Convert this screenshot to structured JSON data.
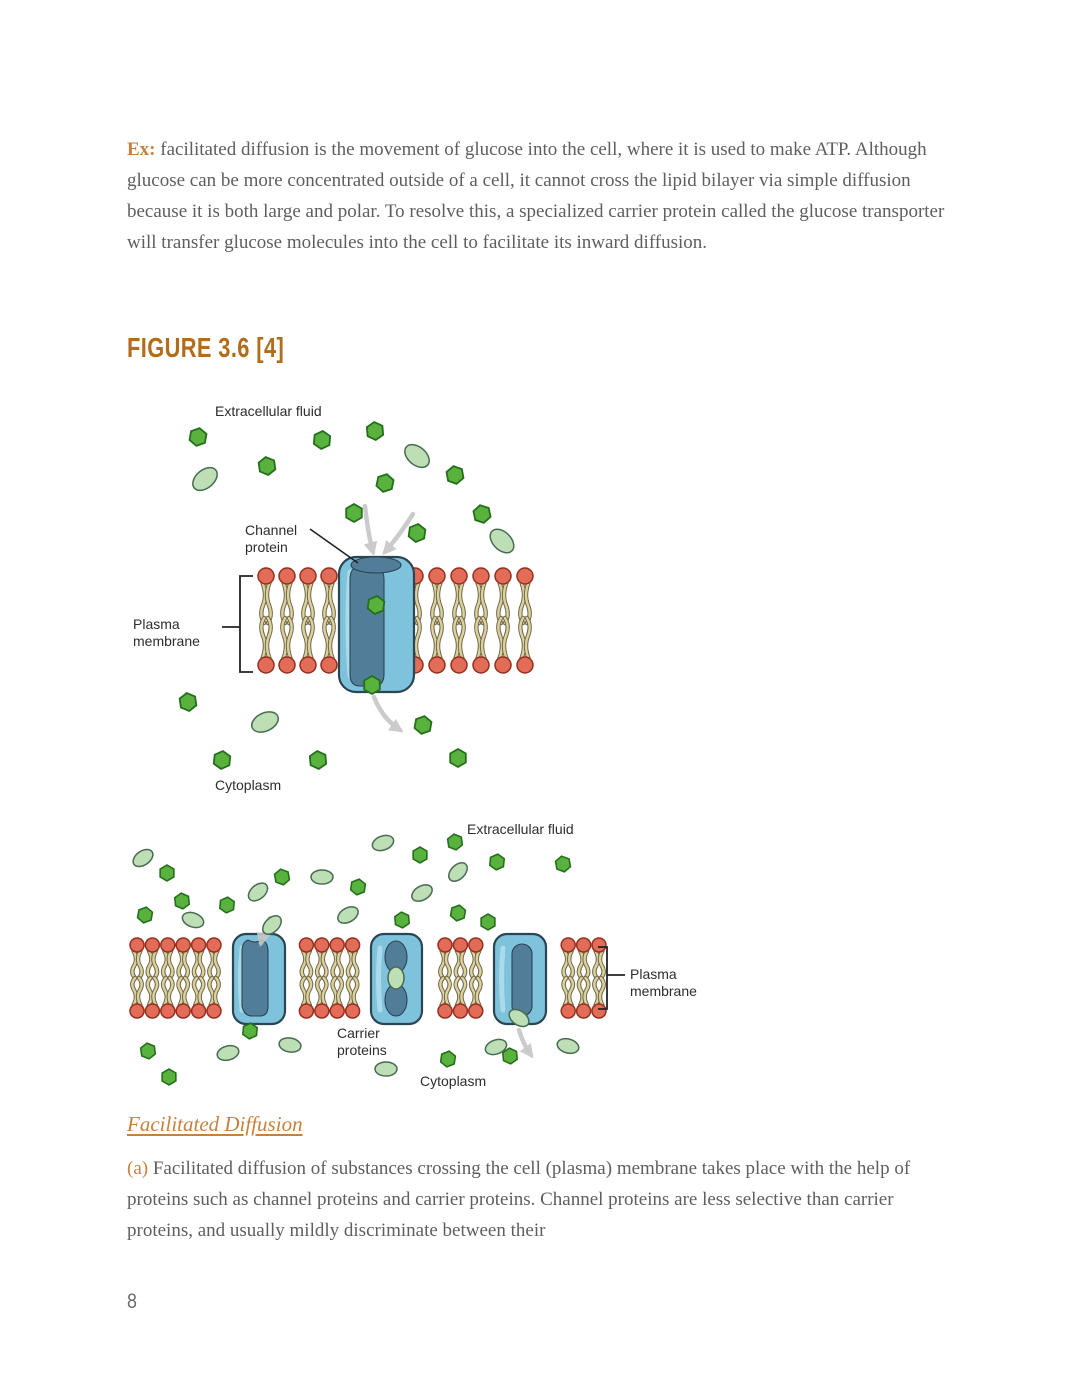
{
  "page": {
    "number": "8"
  },
  "colors": {
    "accent_orange": "#c8813d",
    "heading_orange": "#b26d1a",
    "body_text": "#5e5e5e",
    "molecule_green": "#5ab23e",
    "molecule_pale_green": "#bcdfb6",
    "lipid_head_red": "#e26c57",
    "lipid_tail_tan": "#dcd29e",
    "protein_blue": "#7fc2db",
    "protein_inner_blue": "#527d99",
    "arrow_gray": "#c6c6c6"
  },
  "intro_paragraph": {
    "lead": "Ex:",
    "text": " facilitated diffusion is the movement of glucose into the cell, where it is used to make ATP. Although glucose can be more concentrated outside of a cell, it cannot cross the lipid bilayer via simple diffusion because it is both large and polar. To resolve this, a specialized carrier protein called the glucose transporter will transfer glucose molecules into the cell to facilitate its inward diffusion."
  },
  "figure": {
    "heading": "FIGURE 3.6 [4]",
    "labels": {
      "extracellular_fluid": "Extracellular fluid",
      "channel_line1": "Channel",
      "channel_line2": "protein",
      "plasma_line1": "Plasma",
      "plasma_line2": "membrane",
      "cytoplasm": "Cytoplasm",
      "carrier_line1": "Carrier",
      "carrier_line2": "proteins"
    }
  },
  "link": {
    "label": "Facilitated Diffusion"
  },
  "caption_paragraph": {
    "lead": "(a)",
    "text": " Facilitated diffusion of substances crossing the cell (plasma) membrane takes place with the help of proteins such as channel proteins and carrier proteins. Channel proteins are less selective than carrier proteins, and usually mildly discriminate between their"
  }
}
